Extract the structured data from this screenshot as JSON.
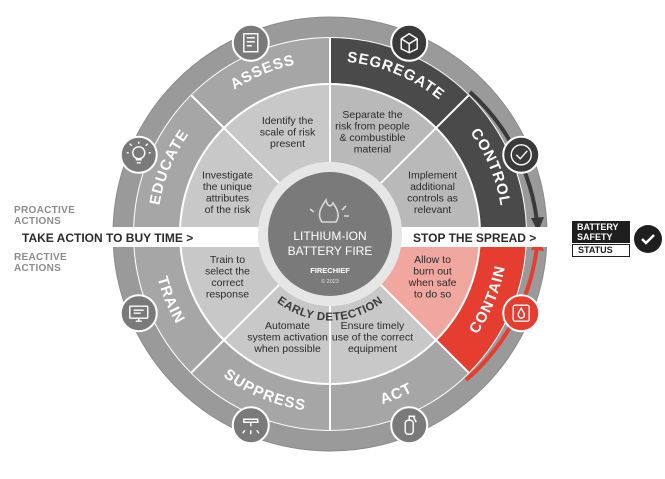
{
  "side_labels": {
    "proactive": [
      "PROACTIVE",
      "ACTIONS"
    ],
    "reactive": [
      "REACTIVE",
      "ACTIONS"
    ]
  },
  "arrow_labels": {
    "left": "TAKE ACTION TO BUY TIME >",
    "right": "STOP THE SPREAD >"
  },
  "status": {
    "line1": "BATTERY",
    "line2": "SAFETY",
    "line3": "STATUS"
  },
  "center": {
    "line1": "LITHIUM-ION",
    "line2": "BATTERY FIRE",
    "brand": "FIRECHIEF",
    "copyright": "© 2023"
  },
  "early_detection": "EARLY DETECTION",
  "sectors": [
    {
      "id": "assess",
      "ring": "ASSESS",
      "inner": [
        "Identify the",
        "scale of risk",
        "present"
      ],
      "icon": "checklist-icon"
    },
    {
      "id": "segregate",
      "ring": "SEGREGATE",
      "inner": [
        "Separate the",
        "risk from people",
        "& combustible",
        "material"
      ],
      "icon": "box-icon"
    },
    {
      "id": "control",
      "ring": "CONTROL",
      "inner": [
        "Implement",
        "additional",
        "controls as",
        "relevant"
      ],
      "icon": "check-circle-icon"
    },
    {
      "id": "contain",
      "ring": "CONTAIN",
      "inner": [
        "Allow to",
        "burn out",
        "when safe",
        "to do so"
      ],
      "icon": "fire-container-icon"
    },
    {
      "id": "act",
      "ring": "ACT",
      "inner": [
        "Ensure timely",
        "use of the correct",
        "equipment"
      ],
      "icon": "extinguisher-icon"
    },
    {
      "id": "suppress",
      "ring": "SUPPRESS",
      "inner": [
        "Automate",
        "system activation",
        "when possible"
      ],
      "icon": "sprinkler-icon"
    },
    {
      "id": "train",
      "ring": "TRAIN",
      "inner": [
        "Train to",
        "select the",
        "correct",
        "response"
      ],
      "icon": "monitor-icon"
    },
    {
      "id": "educate",
      "ring": "EDUCATE",
      "inner": [
        "Investigate",
        "the unique",
        "attributes",
        "of the risk"
      ],
      "icon": "lightbulb-icon"
    }
  ],
  "colors": {
    "ring_light": "#a6a6a6",
    "ring_dark": "#4a4a4a",
    "ring_red": "#e53e30",
    "inner_light": "#c8c8c8",
    "inner_mid": "#b9b9b9",
    "inner_pink": "#f0a79f",
    "hub": "#7a7a7a",
    "outer_track": "#9a9a9a",
    "text_dark": "#2b2b2b"
  }
}
